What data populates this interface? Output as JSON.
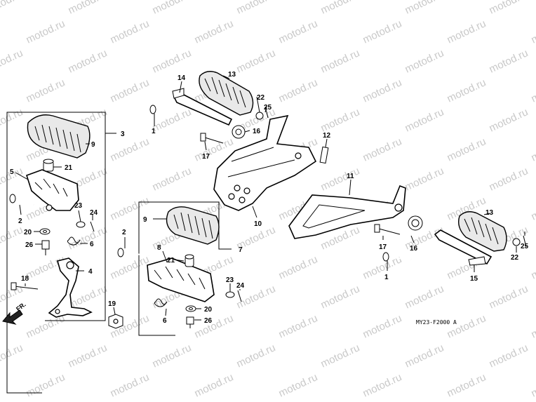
{
  "watermark": {
    "text": "motod.ru"
  },
  "diagram_code": "MY23-F2000 A",
  "direction_arrow_label": "FR.",
  "callouts": {
    "c1a": "1",
    "c1b": "1",
    "c2a": "2",
    "c2b": "2",
    "c3": "3",
    "c4": "4",
    "c5": "5",
    "c6a": "6",
    "c6b": "6",
    "c7": "7",
    "c8": "8",
    "c9a": "9",
    "c9b": "9",
    "c10": "10",
    "c11": "11",
    "c12": "12",
    "c13a": "13",
    "c13b": "13",
    "c14": "14",
    "c15": "15",
    "c16a": "16",
    "c16b": "16",
    "c17a": "17",
    "c17b": "17",
    "c18": "18",
    "c19": "19",
    "c20a": "20",
    "c20b": "20",
    "c21a": "21",
    "c21b": "21",
    "c22a": "22",
    "c22b": "22",
    "c23a": "23",
    "c23b": "23",
    "c24a": "24",
    "c24b": "24",
    "c25a": "25",
    "c25b": "25",
    "c26a": "26",
    "c26b": "26"
  }
}
